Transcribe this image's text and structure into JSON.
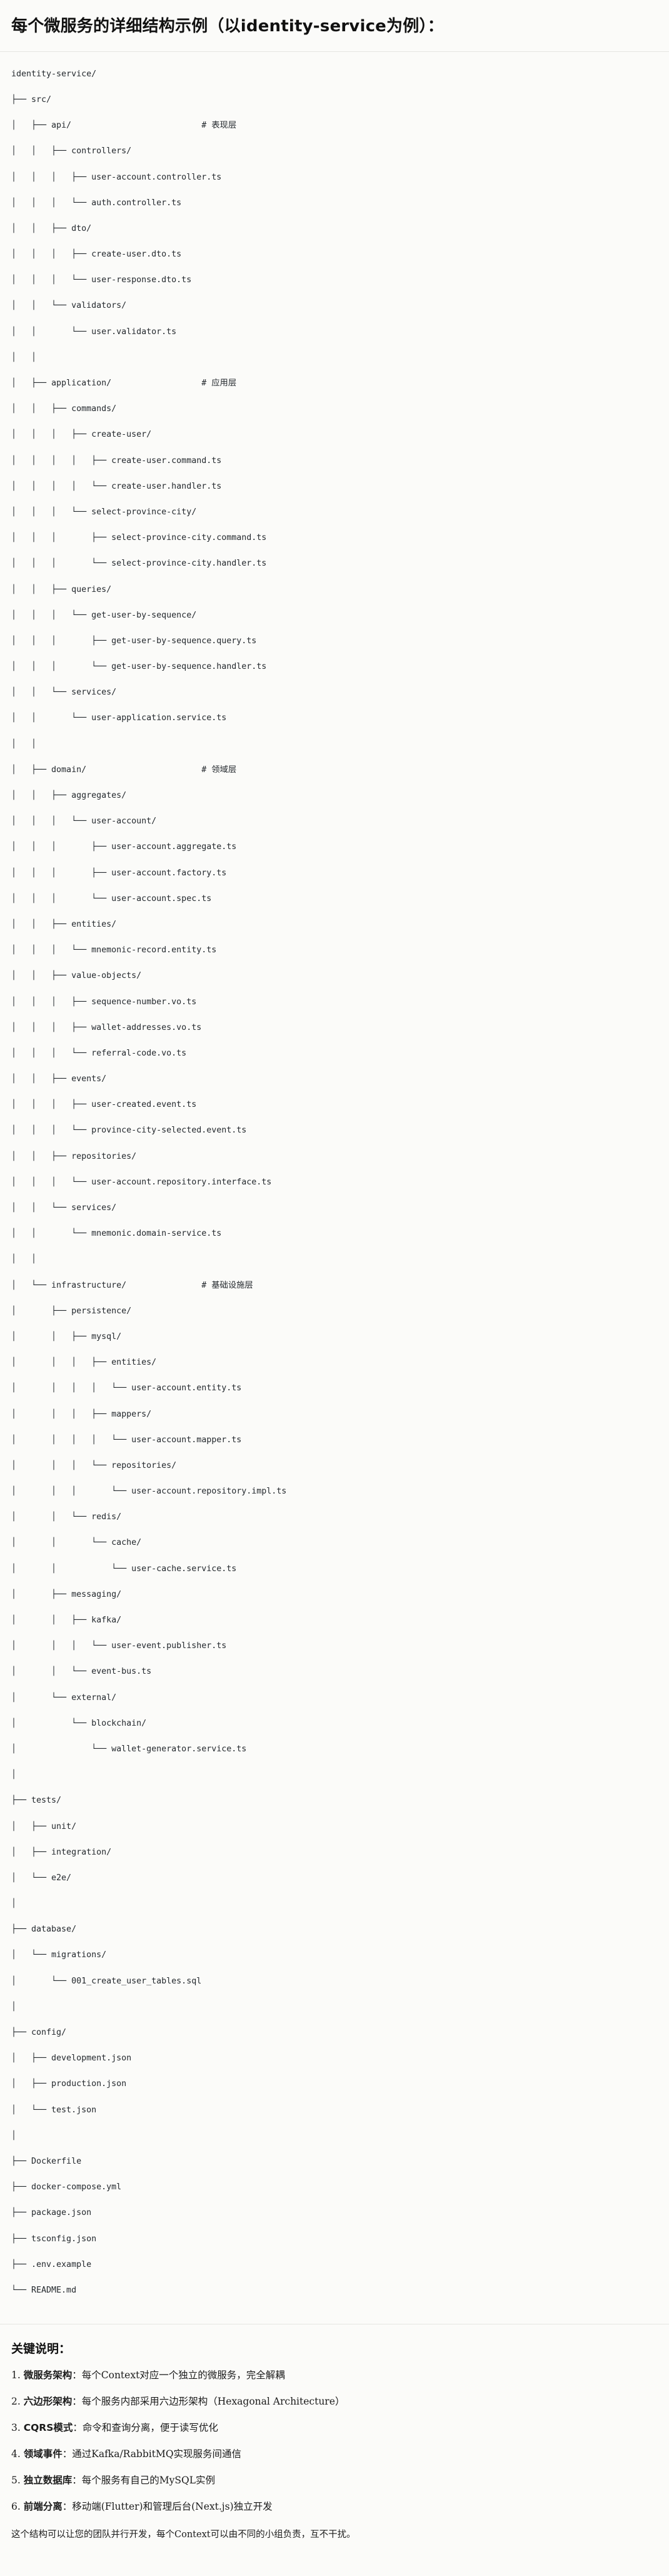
{
  "header": {
    "title": "每个微服务的详细结构示例（以identity-service为例）："
  },
  "tree": {
    "root": "identity-service/",
    "lines": [
      "identity-service/",
      "├── src/",
      "│   ├── api/                          # 表现层",
      "│   │   ├── controllers/",
      "│   │   │   ├── user-account.controller.ts",
      "│   │   │   └── auth.controller.ts",
      "│   │   ├── dto/",
      "│   │   │   ├── create-user.dto.ts",
      "│   │   │   └── user-response.dto.ts",
      "│   │   └── validators/",
      "│   │       └── user.validator.ts",
      "│   │",
      "│   ├── application/                  # 应用层",
      "│   │   ├── commands/",
      "│   │   │   ├── create-user/",
      "│   │   │   │   ├── create-user.command.ts",
      "│   │   │   │   └── create-user.handler.ts",
      "│   │   │   └── select-province-city/",
      "│   │   │       ├── select-province-city.command.ts",
      "│   │   │       └── select-province-city.handler.ts",
      "│   │   ├── queries/",
      "│   │   │   └── get-user-by-sequence/",
      "│   │   │       ├── get-user-by-sequence.query.ts",
      "│   │   │       └── get-user-by-sequence.handler.ts",
      "│   │   └── services/",
      "│   │       └── user-application.service.ts",
      "│   │",
      "│   ├── domain/                       # 领域层",
      "│   │   ├── aggregates/",
      "│   │   │   └── user-account/",
      "│   │   │       ├── user-account.aggregate.ts",
      "│   │   │       ├── user-account.factory.ts",
      "│   │   │       └── user-account.spec.ts",
      "│   │   ├── entities/",
      "│   │   │   └── mnemonic-record.entity.ts",
      "│   │   ├── value-objects/",
      "│   │   │   ├── sequence-number.vo.ts",
      "│   │   │   ├── wallet-addresses.vo.ts",
      "│   │   │   └── referral-code.vo.ts",
      "│   │   ├── events/",
      "│   │   │   ├── user-created.event.ts",
      "│   │   │   └── province-city-selected.event.ts",
      "│   │   ├── repositories/",
      "│   │   │   └── user-account.repository.interface.ts",
      "│   │   └── services/",
      "│   │       └── mnemonic.domain-service.ts",
      "│   │",
      "│   └── infrastructure/               # 基础设施层",
      "│       ├── persistence/",
      "│       │   ├── mysql/",
      "│       │   │   ├── entities/",
      "│       │   │   │   └── user-account.entity.ts",
      "│       │   │   ├── mappers/",
      "│       │   │   │   └── user-account.mapper.ts",
      "│       │   │   └── repositories/",
      "│       │   │       └── user-account.repository.impl.ts",
      "│       │   └── redis/",
      "│       │       └── cache/",
      "│       │           └── user-cache.service.ts",
      "│       ├── messaging/",
      "│       │   ├── kafka/",
      "│       │   │   └── user-event.publisher.ts",
      "│       │   └── event-bus.ts",
      "│       └── external/",
      "│           └── blockchain/",
      "│               └── wallet-generator.service.ts",
      "│",
      "├── tests/",
      "│   ├── unit/",
      "│   ├── integration/",
      "│   └── e2e/",
      "│",
      "├── database/",
      "│   └── migrations/",
      "│       └── 001_create_user_tables.sql",
      "│",
      "├── config/",
      "│   ├── development.json",
      "│   ├── production.json",
      "│   └── test.json",
      "│",
      "├── Dockerfile",
      "├── docker-compose.yml",
      "├── package.json",
      "├── tsconfig.json",
      "├── .env.example",
      "└── README.md"
    ],
    "layer_comments": [
      {
        "path": "api/",
        "comment": "# 表现层"
      },
      {
        "path": "application/",
        "comment": "# 应用层"
      },
      {
        "path": "domain/",
        "comment": "# 领域层"
      },
      {
        "path": "infrastructure/",
        "comment": "# 基础设施层"
      }
    ]
  },
  "notes": {
    "title": "关键说明：",
    "items": [
      {
        "index": "1.",
        "label": "微服务架构",
        "sep": "：",
        "text": "每个Context对应一个独立的微服务，完全解耦"
      },
      {
        "index": "2.",
        "label": "六边形架构",
        "sep": "：",
        "text": "每个服务内部采用六边形架构（Hexagonal Architecture）"
      },
      {
        "index": "3.",
        "label": "CQRS模式",
        "sep": "：",
        "text": "命令和查询分离，便于读写优化"
      },
      {
        "index": "4.",
        "label": "领域事件",
        "sep": "：",
        "text": "通过Kafka/RabbitMQ实现服务间通信"
      },
      {
        "index": "5.",
        "label": "独立数据库",
        "sep": "：",
        "text": "每个服务有自己的MySQL实例"
      },
      {
        "index": "6.",
        "label": "前端分离",
        "sep": "：",
        "text": "移动端(Flutter)和管理后台(Next.js)独立开发"
      }
    ],
    "closing": "这个结构可以让您的团队并行开发，每个Context可以由不同的小组负责，互不干扰。"
  },
  "colors": {
    "background": "#fbfbf9",
    "text": "#1b1b1b",
    "code_text": "#24292e",
    "divider": "#e6e6e2"
  }
}
